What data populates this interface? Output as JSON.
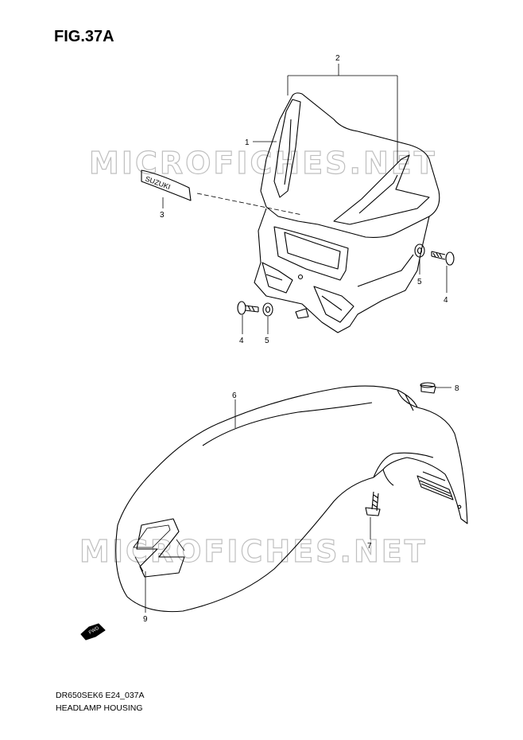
{
  "figure": {
    "title": "FIG.37A",
    "model_code": "DR650SEK6 E24_037A",
    "caption": "HEADLAMP HOUSING",
    "watermark": "MICROFICHES.NET",
    "fwd_marker": "FWD",
    "emblem_text": "SUZUKI"
  },
  "callouts": [
    {
      "id": "1",
      "label": "1"
    },
    {
      "id": "2",
      "label": "2"
    },
    {
      "id": "3",
      "label": "3"
    },
    {
      "id": "4a",
      "label": "4"
    },
    {
      "id": "5a",
      "label": "5"
    },
    {
      "id": "4b",
      "label": "4"
    },
    {
      "id": "5b",
      "label": "5"
    },
    {
      "id": "6",
      "label": "6"
    },
    {
      "id": "7",
      "label": "7"
    },
    {
      "id": "8",
      "label": "8"
    },
    {
      "id": "9",
      "label": "9"
    }
  ]
}
